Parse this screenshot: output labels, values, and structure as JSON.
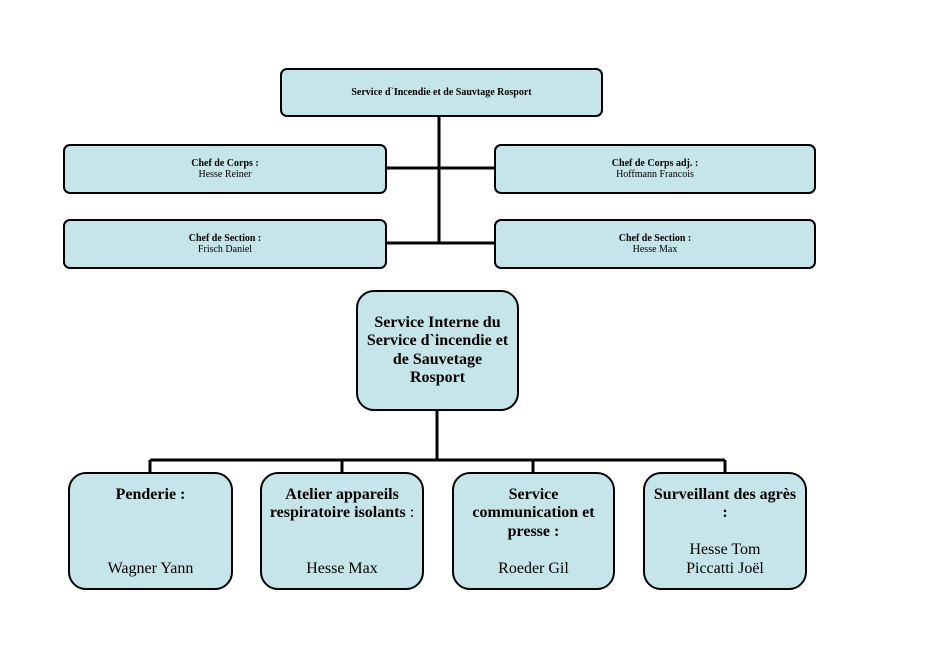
{
  "top": {
    "title": "Service d`Incendie et de Sauvtage Rosport"
  },
  "officers": [
    {
      "role": "Chef de Corps :",
      "name": "Hesse Reiner"
    },
    {
      "role": "Chef de Corps adj. :",
      "name": "Hoffmann Francois"
    },
    {
      "role": "Chef de Section :",
      "name": "Frisch Daniel"
    },
    {
      "role": "Chef de Section :",
      "name": "Hesse Max"
    }
  ],
  "internal": {
    "title": "Service Interne du Service d`incendie et de Sauvetage Rosport"
  },
  "departments": [
    {
      "role": "Penderie :",
      "names": [
        "Wagner Yann"
      ]
    },
    {
      "role": "Atelier appareils respiratoire isolants",
      "role_suffix": " :",
      "names": [
        "Hesse Max"
      ]
    },
    {
      "role": "Service communication et presse :",
      "names": [
        "Roeder Gil"
      ]
    },
    {
      "role": "Surveillant des agrès :",
      "names": [
        "Hesse Tom",
        "Piccatti Joël"
      ]
    }
  ],
  "colors": {
    "box_fill": "#c6e5ea",
    "line": "#000000"
  }
}
